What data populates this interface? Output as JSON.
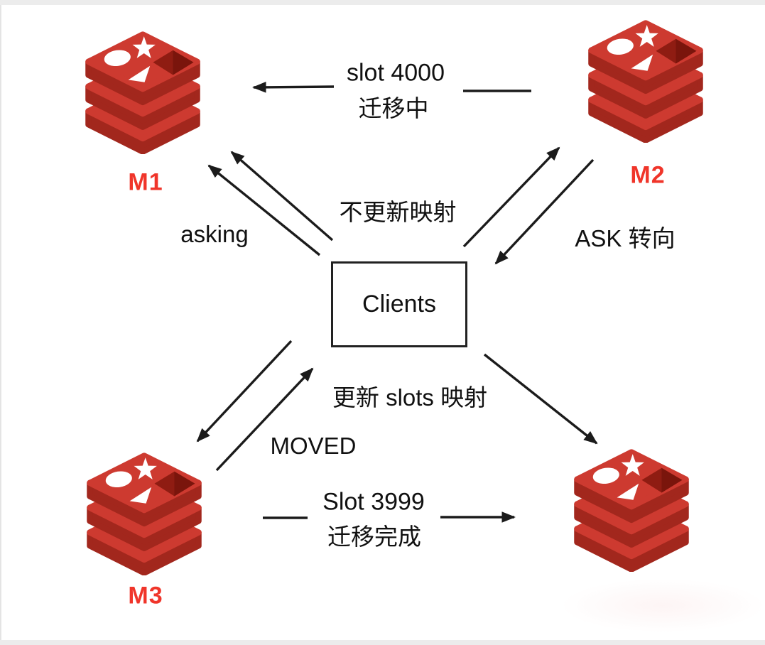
{
  "diagram": {
    "center": {
      "label": "Clients"
    },
    "nodes": {
      "m1": {
        "label": "M1"
      },
      "m2": {
        "label": "M2"
      },
      "m3": {
        "label": "M3"
      },
      "m4": {
        "label": ""
      }
    },
    "labels": {
      "slot_migrating_line1": "slot 4000",
      "slot_migrating_line2": "迁移中",
      "no_update_mapping": "不更新映射",
      "asking": "asking",
      "ask_redirect": "ASK 转向",
      "update_slots_mapping": "更新 slots 映射",
      "moved": "MOVED",
      "slot_done_line1": "Slot 3999",
      "slot_done_line2": "迁移完成"
    },
    "colors": {
      "redis_red": "#cd3a30",
      "redis_red_dark": "#a2271d",
      "redis_red_deep": "#8f1c12",
      "redis_red_deepest": "#7a150c",
      "node_label_red": "#f0352a",
      "arrow_color": "#1b1b1b"
    }
  }
}
